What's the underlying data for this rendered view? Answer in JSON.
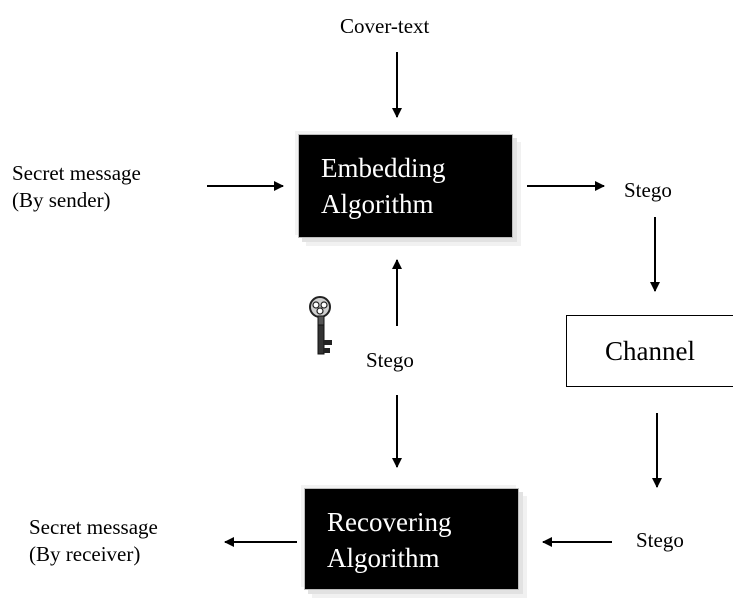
{
  "labels": {
    "cover_text": "Cover-text",
    "secret_sender_line1": "Secret message",
    "secret_sender_line2": "(By sender)",
    "stego_top_right": "Stego",
    "stego_middle": "Stego",
    "stego_bottom_right": "Stego",
    "secret_receiver_line1": "Secret message",
    "secret_receiver_line2": "(By receiver)"
  },
  "boxes": {
    "embedding_line1": "Embedding",
    "embedding_line2": "Algorithm",
    "channel": "Channel",
    "recovering_line1": "Recovering",
    "recovering_line2": "Algorithm"
  },
  "icons": {
    "key": "key-icon"
  }
}
